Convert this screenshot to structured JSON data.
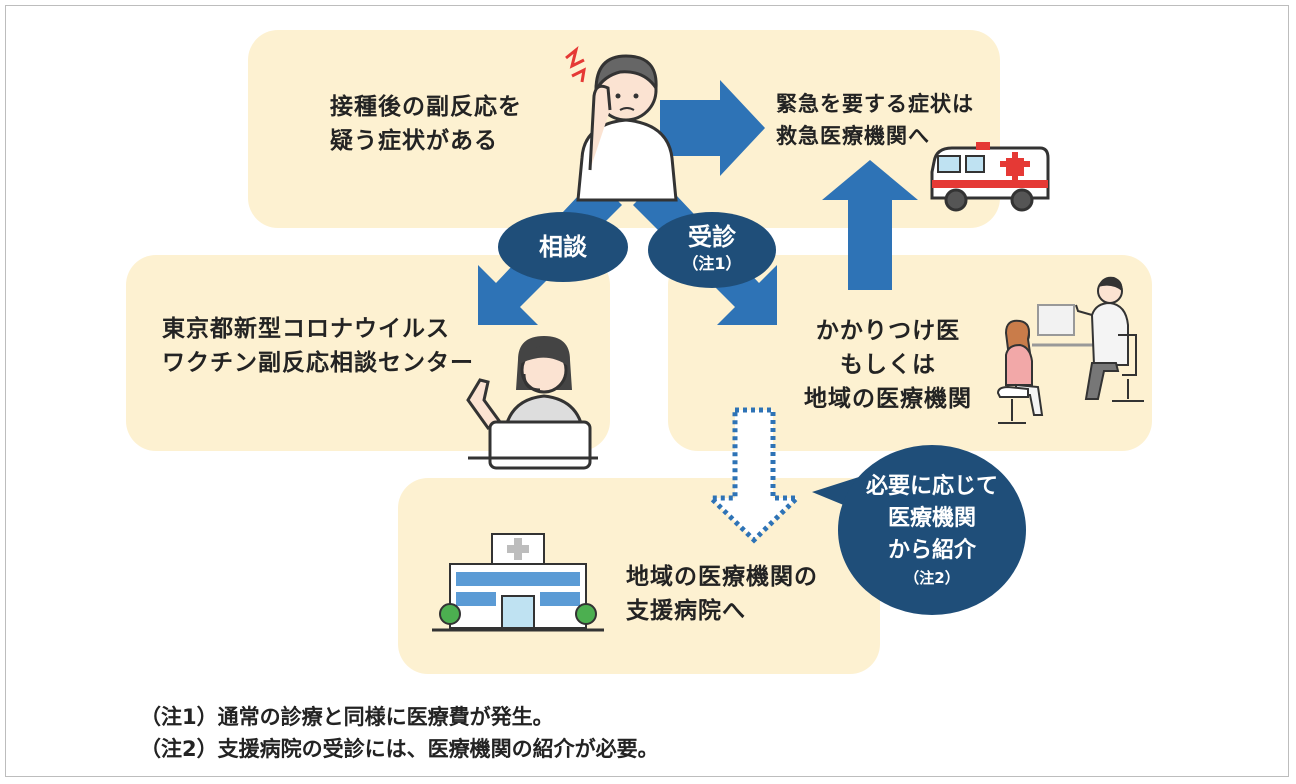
{
  "boxes": {
    "symptoms": {
      "line1": "接種後の副反応を",
      "line2": "疑う症状がある"
    },
    "emergency": {
      "line1": "緊急を要する症状は",
      "line2": "救急医療機関へ"
    },
    "consult_center": {
      "line1": "東京都新型コロナウイルス",
      "line2": "ワクチン副反応相談センター"
    },
    "family_doctor": {
      "line1": "かかりつけ医",
      "line2": "もしくは",
      "line3": "地域の医療機関"
    },
    "support_hospital": {
      "line1": "地域の医療機関の",
      "line2": "支援病院へ"
    }
  },
  "pills": {
    "consult": {
      "label": "相談"
    },
    "visit": {
      "label": "受診",
      "note": "（注1）"
    }
  },
  "referral_bubble": {
    "line1": "必要に応じて",
    "line2": "医療機関",
    "line3": "から紹介",
    "note": "（注2）"
  },
  "footnotes": {
    "note1": "（注1）通常の診療と同様に医療費が発生。",
    "note2": "（注2）支援病院の受診には、医療機関の紹介が必要。"
  },
  "colors": {
    "box_fill": "#fdf1d1",
    "arrow_blue": "#2e73b6",
    "pill_navy": "#1f4e79",
    "text": "#232323"
  },
  "icons": [
    "distressed-person-icon",
    "ambulance-icon",
    "call-operator-icon",
    "doctor-patient-icon",
    "hospital-building-icon"
  ]
}
